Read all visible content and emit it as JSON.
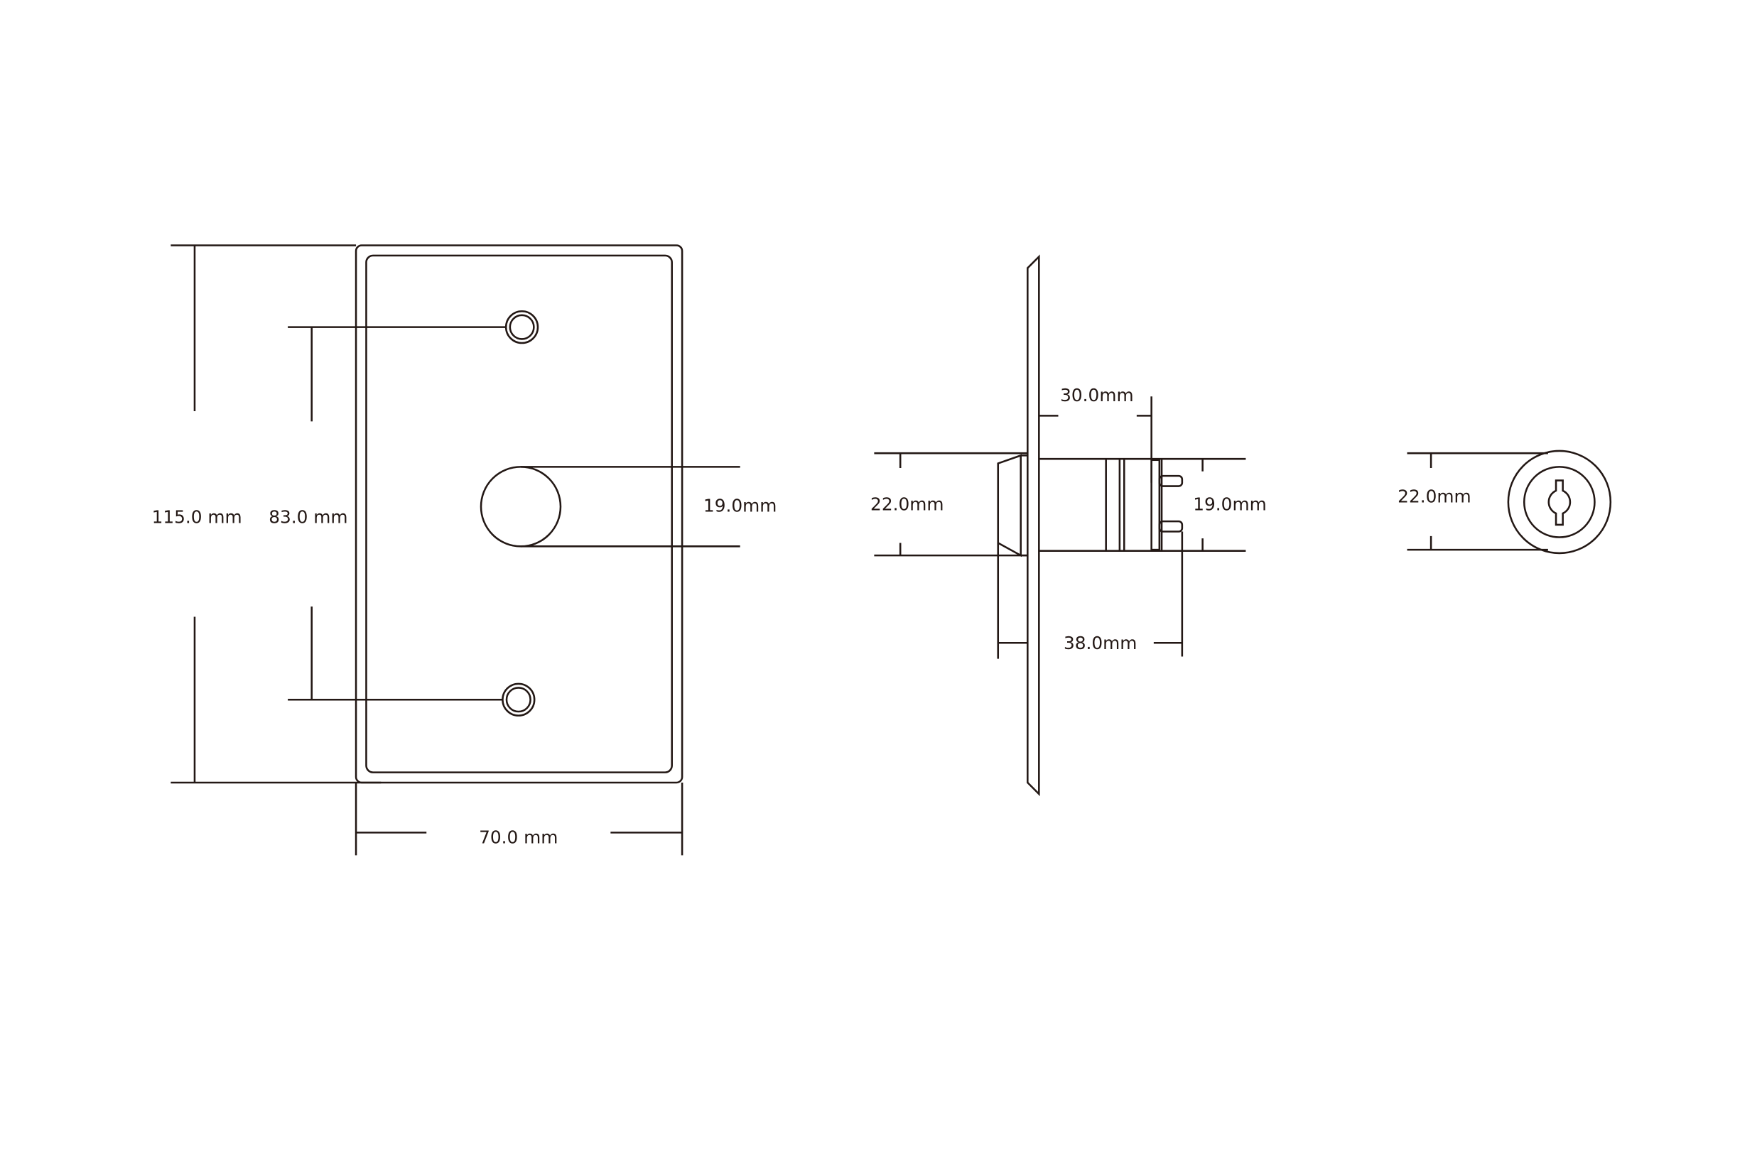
{
  "front_view": {
    "height_label": "115.0 mm",
    "hole_spacing_label": "83.0 mm",
    "button_diameter_label": "19.0mm",
    "width_label": "70.0 mm"
  },
  "side_view": {
    "head_diameter_label": "22.0mm",
    "body_length_label": "30.0mm",
    "body_diameter_label": "19.0mm",
    "total_depth_label": "38.0mm"
  },
  "end_view": {
    "diameter_label": "22.0mm"
  },
  "colors": {
    "line": "#231815",
    "background": "#ffffff"
  }
}
